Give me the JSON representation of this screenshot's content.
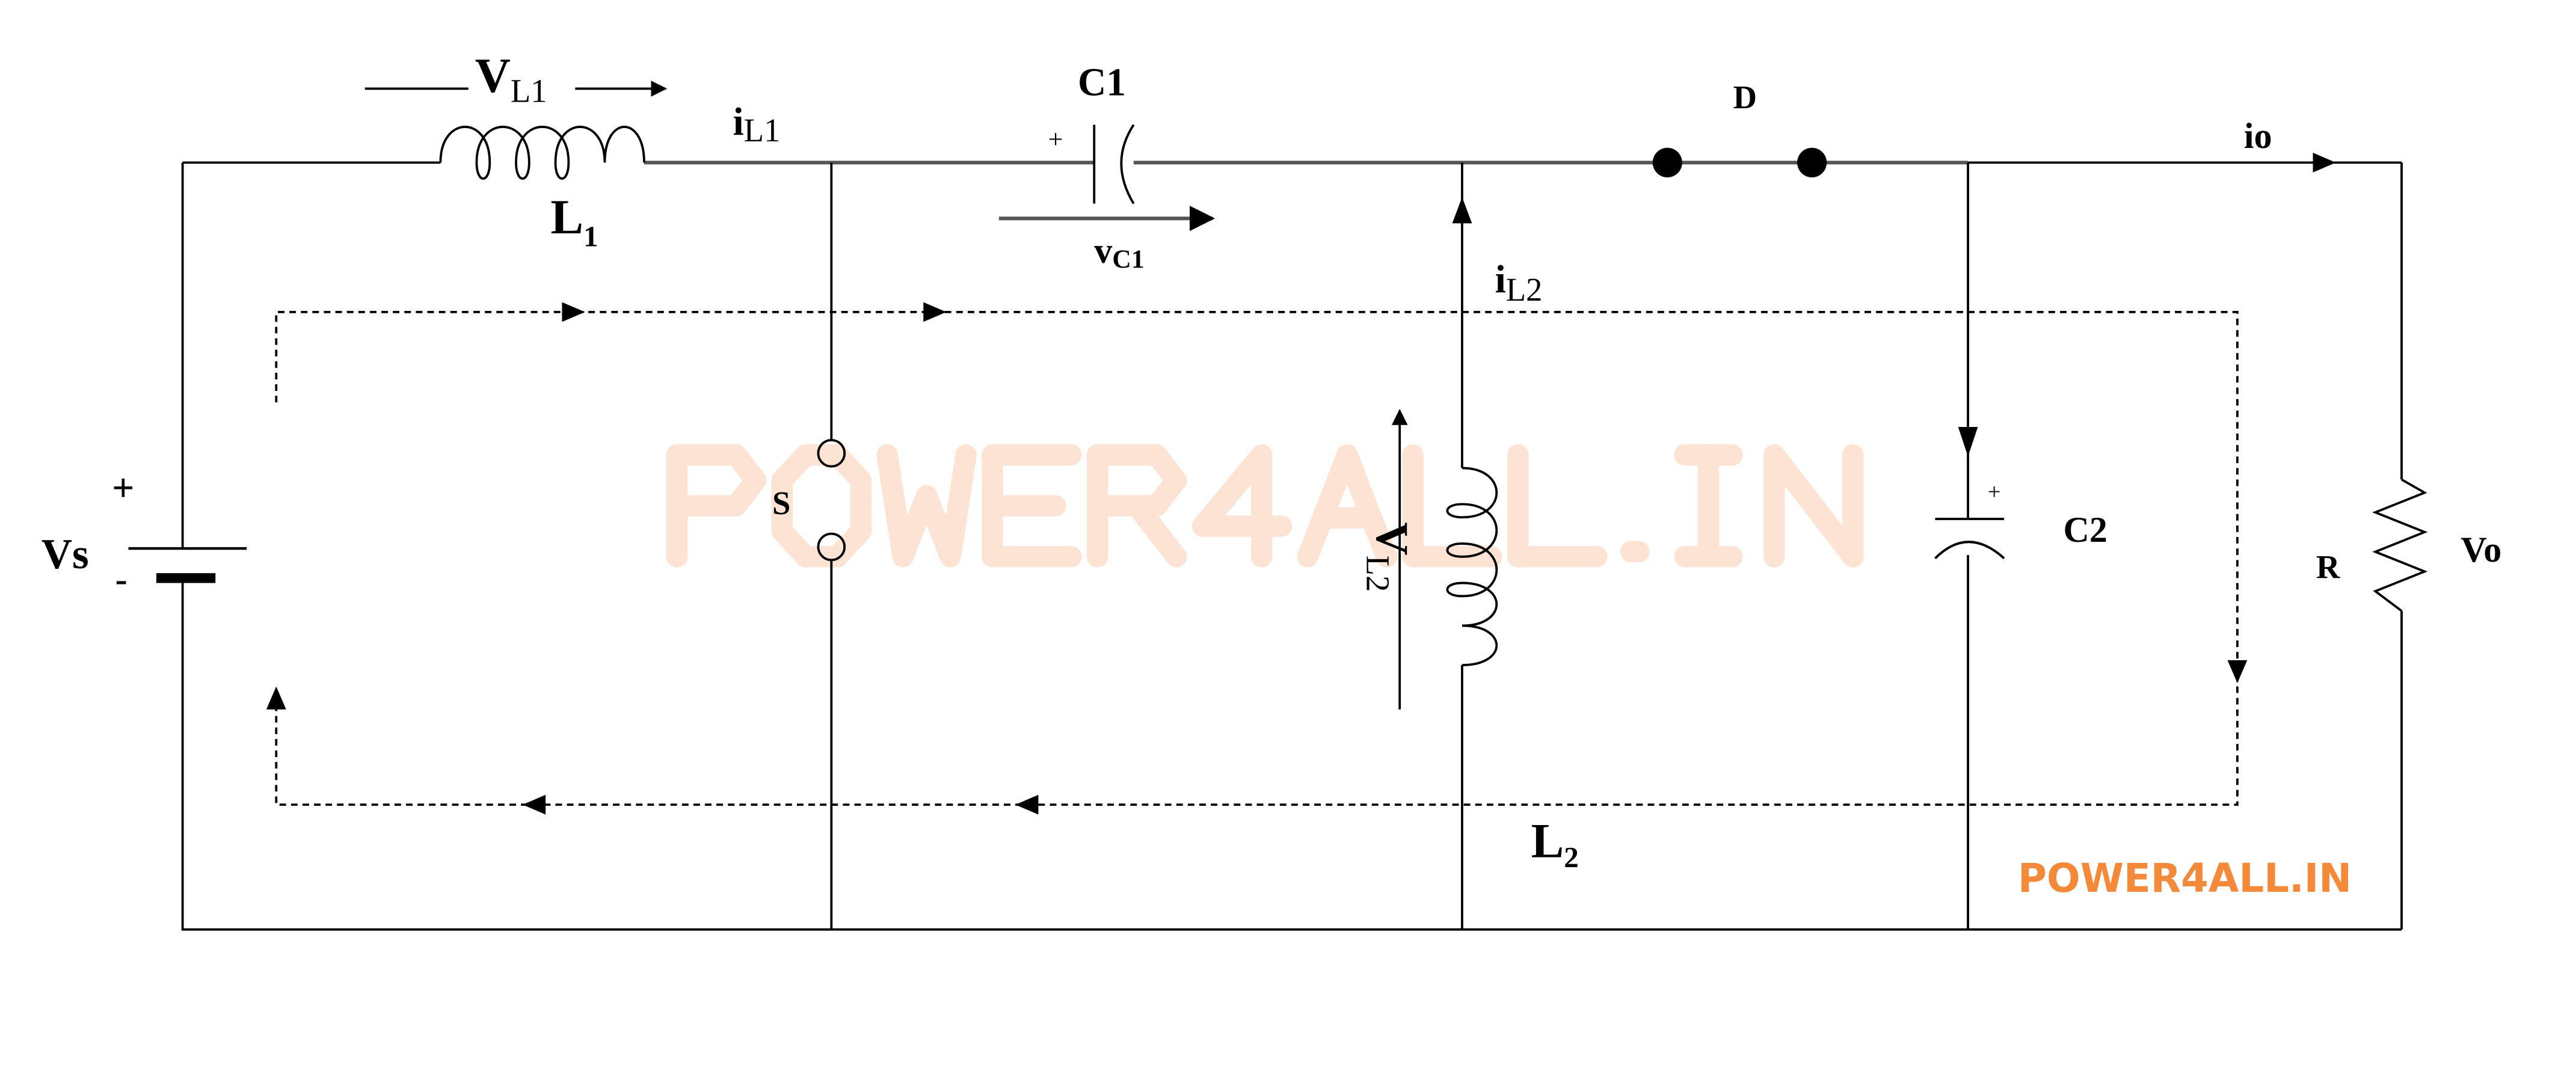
{
  "labels": {
    "vl1": "V",
    "vl1_sub": "L1",
    "il1": "i",
    "il1_sub": "L1",
    "l1": "L",
    "l1_sub": "1",
    "c1": "C1",
    "c1_plus": "+",
    "vc1": "v",
    "vc1_sub": "C1",
    "d": "D",
    "io": "io",
    "il2": "i",
    "il2_sub": "L2",
    "vl2": "V",
    "vl2_sub": "L2",
    "l2": "L",
    "l2_sub": "2",
    "s": "S",
    "vs": "Vs",
    "vs_plus": "+",
    "vs_minus": "-",
    "c2": "C2",
    "c2_plus": "+",
    "r": "R",
    "vo": "Vo"
  },
  "watermark": {
    "main": "POWER4ALL.IN",
    "corner": "POWER4ALL.IN"
  },
  "colors": {
    "watermark_main": "#fde3d3",
    "watermark_corner": "#f5893a",
    "wire": "#000000"
  }
}
